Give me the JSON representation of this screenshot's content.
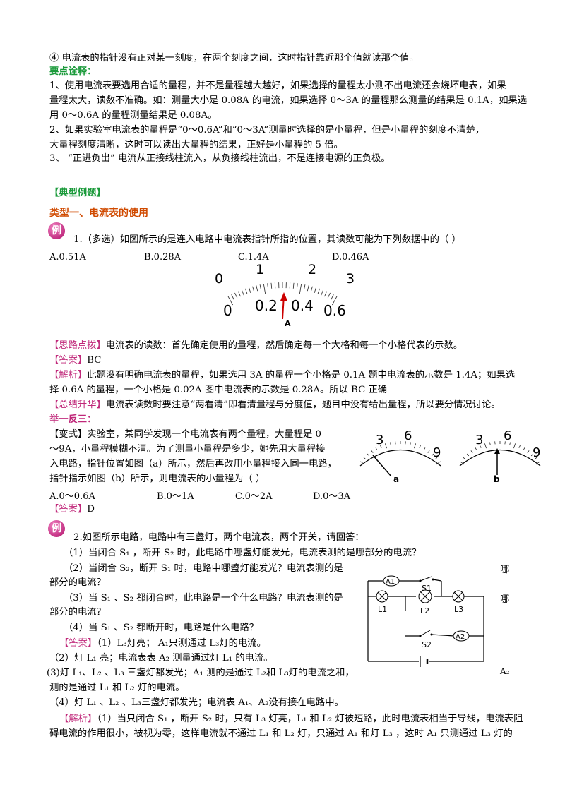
{
  "lines": {
    "l1": "④  电流表的指针没有正对某一刻度，在两个刻度之间，这时指针靠近那个值就读那个值。",
    "key_title": "要点诠释：",
    "l3": "1、使用电流表要选用合适的量程，并不是量程越大越好，如果选择的量程太小测不出电流还会烧坏电表，如果",
    "l4": "量程太大，读数不准确。如：测量大小是 0.08A 的电流，如果选择 0～3A 的量程那么测量的结果是 0.1A，如果选",
    "l5": "用 0～0.6A 的量程测量结果是 0.08A。",
    "l6": "2、如果实验室电流表的量程是“0～0.6A”和“0～3A”测量时选择的是小量程，但是小量程的刻度不清楚，",
    "l7": "大量程刻度清晰，这时可以读出大量程的结果，正好是小量程的 5 倍。",
    "l8": "3、 “正进负出” 电流从正接线柱流入，从负接线柱流出，不是连接电源的正负极。",
    "typical": "【典型例题】",
    "type1": "类型一、电流表的使用",
    "q1": "1.（多选）如图所示的是连入电路中电流表指针所指的位置，其读数可能为下列数据中的（      ）",
    "hint_tag": "【思路点拨】",
    "hint": "电流表的读数：首先确定使用的量程，然后确定每一个大格和每一个小格代表的示数。",
    "ans_tag": "【答案】",
    "ans1": "BC",
    "ana_tag": "【解析】",
    "ana1a": "此题没有明确电流表的量程，如果选用 3A 的量程一个小格是 0.1A 题中电流表的示数是 1.4A；如果选",
    "ana1b": "择 0.6A 的量程，一个小格是 0.02A 图中电流表的示数是 0.28A。所以 BC 正确",
    "sum_tag": "【总结升华】",
    "sum": "电流表读数时要注意“两看清”即看清量程与分度值，题目中没有给出量程，所以要分情况讨论。",
    "jyfs": "举一反三：",
    "v1": "【变式】实验室，某同学发现一个电流表有两个量程，大量程是 0",
    "v2": "～9A，小量程模糊不清。为了测量小量程是多少，她先用大量程接",
    "v3": "入电路，指针位置如图（a）所示，然后再改用小量程接入同一电路，",
    "v4": "指针指示如图（b）所示，则电流表的小量程为（        ）",
    "ans2": "D",
    "q2": "2.如图所示电路，电路中有三盏灯，两个电流表，两个开关，请回答：",
    "q2_1": "（1）当闭合 S₁ ，断开 S₂ 时，此电路中哪盏灯能发光，电流表测的是哪部分的电流？",
    "q2_2a": "（2）当闭合 S₂，断开 S₁ 时，电路中哪盏灯能发光？电流表测的是",
    "q2_2r": "哪",
    "q2_2b": "部分的电流？",
    "q2_3a": "（3）当 S₁ 、S₂ 都闭合时，此电路是一个什么电路？电流表测的是",
    "q2_3r": "哪",
    "q2_3b": "部分的电流？",
    "q2_4": "（4）当 S₁ 、S₂ 都断开时，电路是什么电路？",
    "a2_1": "（1）L₃灯亮； A₁只测通过 L₃灯的电流。",
    "a2_2": "（2）灯 L₁ 亮；电流表表 A₂ 测量通过灯 L₁ 的电流。",
    "a2_3a": "(3)灯 L₁、L₂ 、L₃ 三盏灯都发光；A₁ 测的是通过 L₂和 L₃灯的电流之和，",
    "a2_3r": "A₂",
    "a2_3b": "测的是通过 L₁ 和 L₂ 灯的电流。",
    "a2_4": "（4）灯 L₁ 、L₂ 、L₃三盏灯都发光；电流表 A₁、A₂没有接在电路中。",
    "ana2a": "（1）当只闭合 S₁ ，断开 S₂ 时，只有 L₃ 灯亮，L₁ 和 L₂ 灯被短路，此时电流表相当于导线，电流表阻",
    "ana2b": "碍电流的作用很小，被视为零，这样电流就不通过 L₁ 和 L₂ 灯，只通过 A₁ 和灯 L₃ ，这时 A₁ 只测通过 L₃ 灯的"
  },
  "badge": "例",
  "options1": [
    "A.0.51A",
    "B.0.28A",
    "C.1.4A",
    "D.0.46A"
  ],
  "options2": [
    "A.0～0.6A",
    "B.0～1A",
    "C.0～2A",
    "D.0～3A"
  ],
  "meter1": {
    "top": [
      "0",
      "1",
      "2",
      "3"
    ],
    "bottom": [
      "0",
      "0.2",
      "0.4",
      "0.6"
    ],
    "pointer": "A"
  },
  "meter2": {
    "ticks": [
      "3",
      "6",
      "9"
    ],
    "label_a": "a",
    "label_b": "b"
  },
  "circuit": {
    "A1": "A1",
    "A2": "A2",
    "S1": "S1",
    "S2": "S2",
    "L1": "L1",
    "L2": "L2",
    "L3": "L3"
  }
}
